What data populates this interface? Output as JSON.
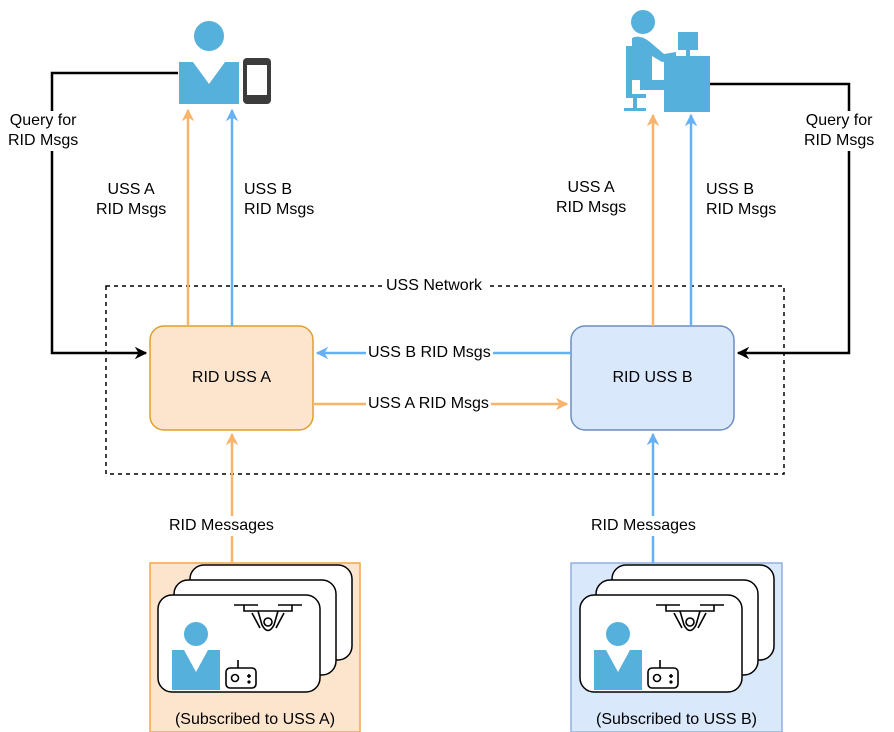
{
  "network": {
    "label": "USS Network"
  },
  "nodes": {
    "uss_a": {
      "label": "RID USS A"
    },
    "uss_b": {
      "label": "RID USS B"
    }
  },
  "edges": {
    "b_to_a": "USS B RID Msgs",
    "a_to_b": "USS A RID Msgs",
    "left_query": [
      "Query for",
      "RID Msgs"
    ],
    "right_query": [
      "Query for",
      "RID Msgs"
    ],
    "left_uss_a": [
      "USS A",
      "RID Msgs"
    ],
    "left_uss_b": [
      "USS B",
      "RID Msgs"
    ],
    "right_uss_a": [
      "USS A",
      "RID Msgs"
    ],
    "right_uss_b": [
      "USS B",
      "RID Msgs"
    ],
    "left_rid_messages": "RID Messages",
    "right_rid_messages": "RID Messages"
  },
  "operators": {
    "left": {
      "label": "(Subscribed to USS A)"
    },
    "right": {
      "label": "(Subscribed to USS B)"
    }
  },
  "colors": {
    "orange": "#f8b46a",
    "blue": "#66b1f5",
    "icon": "#56b0dc",
    "uss_a_fill": "#fde5cd",
    "uss_a_stroke": "#dca02c",
    "uss_b_fill": "#dae8fc",
    "uss_b_stroke": "#6c8ebf"
  }
}
